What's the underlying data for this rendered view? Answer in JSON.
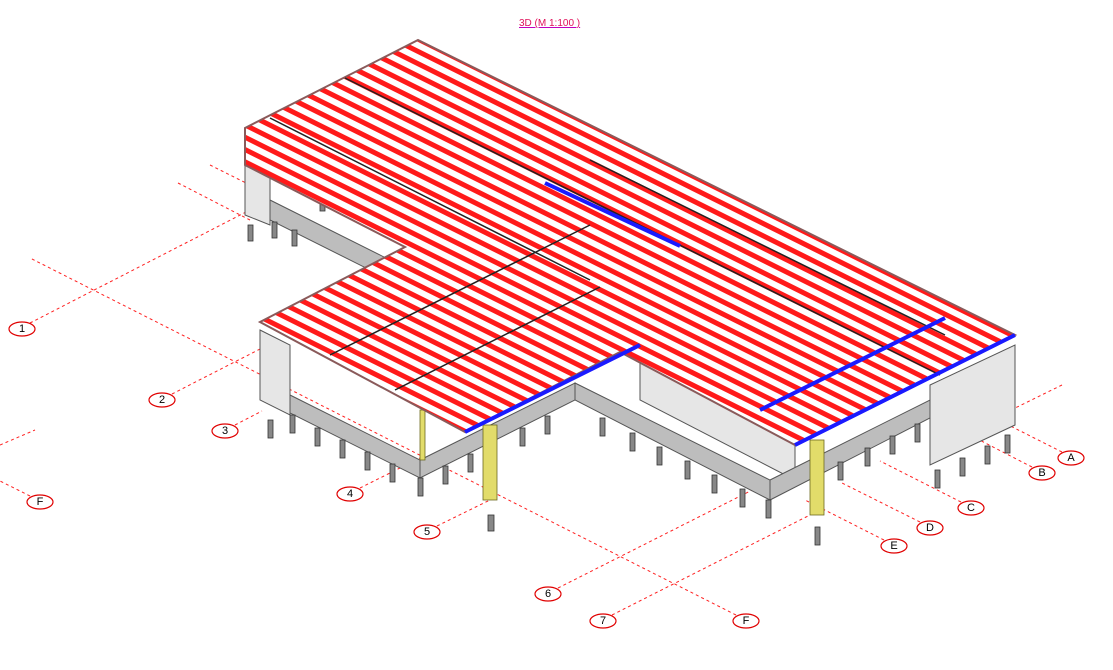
{
  "view": {
    "title": "3D (M 1:100 )"
  },
  "grid_numbers": [
    "1",
    "2",
    "3",
    "4",
    "5",
    "6",
    "7"
  ],
  "grid_letters": [
    "A",
    "B",
    "C",
    "D",
    "E",
    "F",
    "F"
  ],
  "colors": {
    "grid": "#ff2020",
    "joist": "#ff1a1a",
    "beam_blue": "#1a1aff",
    "column_yellow": "#d8d060",
    "wall": "#e6e6e6",
    "title": "#e0105a"
  }
}
